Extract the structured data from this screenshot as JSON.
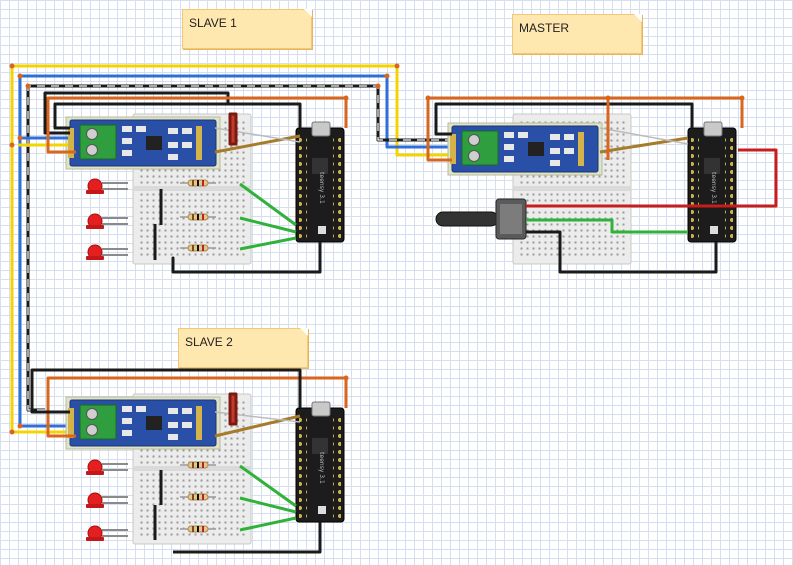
{
  "notes": {
    "slave1": "SLAVE 1",
    "master": "MASTER",
    "slave2": "SLAVE 2"
  },
  "components": {
    "microcontroller": "teensy 3.1",
    "rs485_module": "RS485 transceiver module",
    "led": "red LED",
    "resistor": "resistor",
    "potentiometer": "potentiometer",
    "breadboard": "mini breadboard"
  },
  "colors": {
    "wire_yellow": "#f4d400",
    "wire_blue": "#2f6fd8",
    "wire_orange": "#d9661e",
    "wire_black": "#1a1a1a",
    "wire_green": "#2fb13a",
    "wire_red": "#c81d1d",
    "wire_brown": "#a67b2a",
    "wire_gray": "#9a9a9a",
    "led_red": "#e51f1f",
    "module_blue": "#2a4fa6",
    "terminal_green": "#2e9e3e"
  }
}
